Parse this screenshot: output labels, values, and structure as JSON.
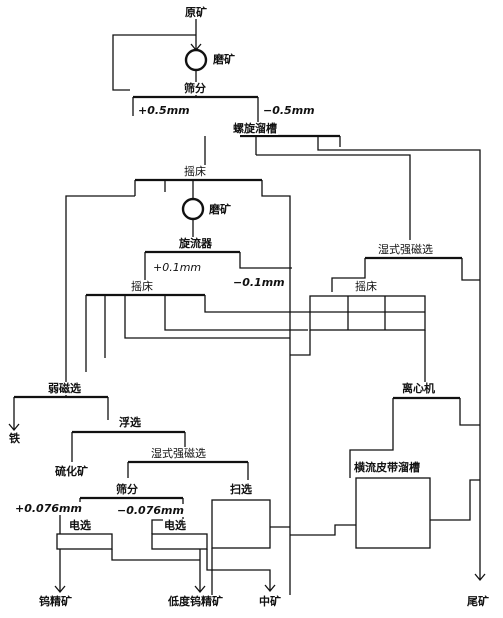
{
  "flowsheet": {
    "raw_ore": "原矿",
    "grinding_1": "磨矿",
    "screening_1": "筛分",
    "plus_05": "+0.5mm",
    "minus_05": "−0.5mm",
    "spiral_chute": "螺旋溜槽",
    "table_1": "摇床",
    "grinding_2": "磨矿",
    "cyclone": "旋流器",
    "plus_01": "+0.1mm",
    "minus_01": "−0.1mm",
    "table_2": "摇床",
    "wet_hims_1": "湿式强磁选",
    "table_3": "摇床",
    "lims": "弱磁选",
    "iron": "铁",
    "centrifuge": "离心机",
    "flotation": "浮选",
    "sulfide": "硫化矿",
    "wet_hims_2": "湿式强磁选",
    "screening_2": "筛分",
    "scavenging": "扫选",
    "belt_sluice": "横流皮带溜槽",
    "plus_0076": "+0.076mm",
    "minus_0076": "−0.076mm",
    "elec_sep_1": "电选",
    "elec_sep_2": "电选",
    "tungsten_conc": "钨精矿",
    "low_grade_conc": "低度钨精矿",
    "middlings": "中矿",
    "tailings": "尾矿"
  }
}
